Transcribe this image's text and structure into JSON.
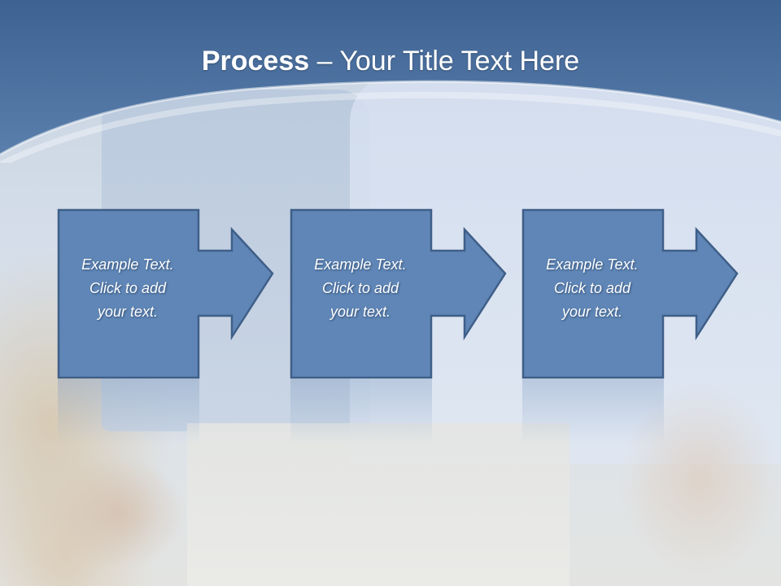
{
  "slide": {
    "title_bold": "Process",
    "title_rest": " – Your Title Text Here"
  },
  "steps": [
    {
      "line1": "Example Text.",
      "line2": "Click  to add",
      "line3": "your text."
    },
    {
      "line1": "Example Text.",
      "line2": "Click  to add",
      "line3": "your text."
    },
    {
      "line1": "Example Text.",
      "line2": "Click  to add",
      "line3": "your text."
    }
  ],
  "colors": {
    "header": "#4f74a3",
    "box_fill": "#5f86b6",
    "box_border": "#3f5f88"
  }
}
